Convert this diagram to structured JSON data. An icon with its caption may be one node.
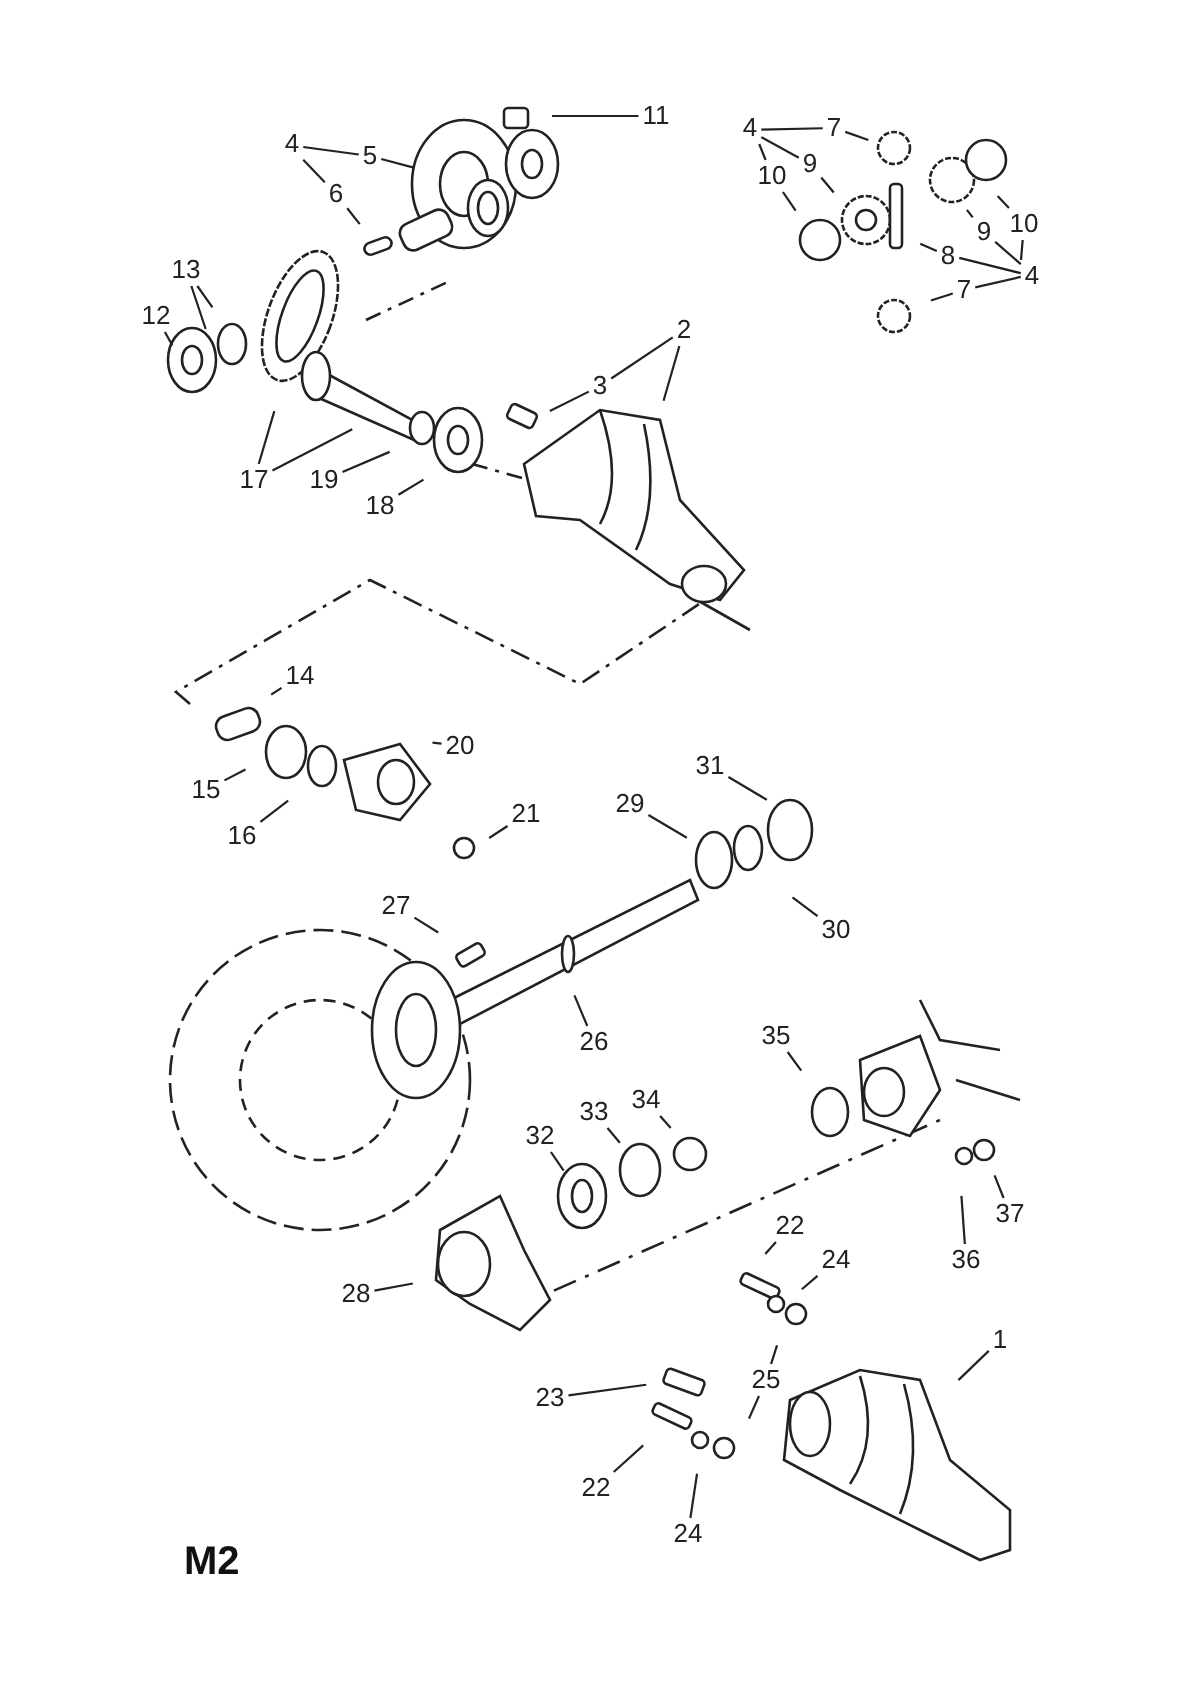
{
  "diagram": {
    "nodes": [
      {
        "text": [
          "11"
        ]
      },
      {
        "text": [
          "4"
        ]
      },
      {
        "text": [
          "5"
        ]
      },
      {
        "text": [
          "6"
        ]
      },
      {
        "text": [
          "4"
        ]
      },
      {
        "text": [
          "7"
        ]
      },
      {
        "text": [
          "10"
        ]
      },
      {
        "text": [
          "9"
        ]
      },
      {
        "text": [
          "13"
        ]
      },
      {
        "text": [
          "12"
        ]
      },
      {
        "text": [
          "2"
        ]
      },
      {
        "text": [
          "3"
        ]
      },
      {
        "text": [
          "10"
        ]
      },
      {
        "text": [
          "9"
        ]
      },
      {
        "text": [
          "8"
        ]
      },
      {
        "text": [
          "4"
        ]
      },
      {
        "text": [
          "7"
        ]
      },
      {
        "text": [
          "17"
        ]
      },
      {
        "text": [
          "19"
        ]
      },
      {
        "text": [
          "18"
        ]
      },
      {
        "text": [
          "14"
        ]
      },
      {
        "text": [
          "20"
        ]
      },
      {
        "text": [
          "15"
        ]
      },
      {
        "text": [
          "16"
        ]
      },
      {
        "text": [
          "21"
        ]
      },
      {
        "text": [
          "31"
        ]
      },
      {
        "text": [
          "29"
        ]
      },
      {
        "text": [
          "30"
        ]
      },
      {
        "text": [
          "27"
        ]
      },
      {
        "text": [
          "26"
        ]
      },
      {
        "text": [
          "35"
        ]
      },
      {
        "text": [
          "34"
        ]
      },
      {
        "text": [
          "33"
        ]
      },
      {
        "text": [
          "32"
        ]
      },
      {
        "text": [
          "37"
        ]
      },
      {
        "text": [
          "22"
        ]
      },
      {
        "text": [
          "24"
        ]
      },
      {
        "text": [
          "36"
        ]
      },
      {
        "text": [
          "28"
        ]
      },
      {
        "text": [
          "1"
        ]
      },
      {
        "text": [
          "25"
        ]
      },
      {
        "text": [
          "23"
        ]
      },
      {
        "text": [
          "22"
        ]
      },
      {
        "text": [
          "24"
        ]
      }
    ],
    "edges": [
      {
        "from": 0,
        "to": null,
        "arrow": "none"
      },
      {
        "from": 1,
        "to": 2,
        "arrow": "none"
      },
      {
        "from": 1,
        "to": 3,
        "arrow": "none"
      },
      {
        "from": 2,
        "to": null,
        "arrow": "none"
      },
      {
        "from": 3,
        "to": null,
        "arrow": "none"
      },
      {
        "from": 4,
        "to": 5,
        "arrow": "none"
      },
      {
        "from": 4,
        "to": 7,
        "arrow": "none"
      },
      {
        "from": 4,
        "to": 6,
        "arrow": "none"
      },
      {
        "from": 5,
        "to": null,
        "arrow": "none"
      },
      {
        "from": 6,
        "to": null,
        "arrow": "none"
      },
      {
        "from": 7,
        "to": null,
        "arrow": "none"
      },
      {
        "from": 8,
        "to": null,
        "arrow": "none"
      },
      {
        "from": 8,
        "to": null,
        "arrow": "none"
      },
      {
        "from": 9,
        "to": null,
        "arrow": "none"
      },
      {
        "from": 10,
        "to": 11,
        "arrow": "none"
      },
      {
        "from": 10,
        "to": null,
        "arrow": "none"
      },
      {
        "from": 11,
        "to": null,
        "arrow": "none"
      },
      {
        "from": 12,
        "to": null,
        "arrow": "none"
      },
      {
        "from": 13,
        "to": null,
        "arrow": "none"
      },
      {
        "from": 14,
        "to": null,
        "arrow": "none"
      },
      {
        "from": 14,
        "to": 15,
        "arrow": "none"
      },
      {
        "from": 15,
        "to": 12,
        "arrow": "none"
      },
      {
        "from": 15,
        "to": 13,
        "arrow": "none"
      },
      {
        "from": 15,
        "to": 16,
        "arrow": "none"
      },
      {
        "from": 16,
        "to": null,
        "arrow": "none"
      },
      {
        "from": 17,
        "to": null,
        "arrow": "none"
      },
      {
        "from": 17,
        "to": null,
        "arrow": "none"
      },
      {
        "from": 18,
        "to": null,
        "arrow": "none"
      },
      {
        "from": 19,
        "to": null,
        "arrow": "none"
      },
      {
        "from": 20,
        "to": null,
        "arrow": "none"
      },
      {
        "from": 21,
        "to": null,
        "arrow": "none"
      },
      {
        "from": 22,
        "to": null,
        "arrow": "none"
      },
      {
        "from": 23,
        "to": null,
        "arrow": "none"
      },
      {
        "from": 24,
        "to": null,
        "arrow": "none"
      },
      {
        "from": 25,
        "to": null,
        "arrow": "none"
      },
      {
        "from": 26,
        "to": null,
        "arrow": "none"
      },
      {
        "from": 27,
        "to": null,
        "arrow": "none"
      },
      {
        "from": 28,
        "to": null,
        "arrow": "none"
      },
      {
        "from": 29,
        "to": null,
        "arrow": "none"
      },
      {
        "from": 30,
        "to": null,
        "arrow": "none"
      },
      {
        "from": 31,
        "to": null,
        "arrow": "none"
      },
      {
        "from": 32,
        "to": null,
        "arrow": "none"
      },
      {
        "from": 33,
        "to": null,
        "arrow": "none"
      },
      {
        "from": 34,
        "to": null,
        "arrow": "none"
      },
      {
        "from": 35,
        "to": null,
        "arrow": "none"
      },
      {
        "from": 36,
        "to": null,
        "arrow": "none"
      },
      {
        "from": 37,
        "to": null,
        "arrow": "none"
      },
      {
        "from": 38,
        "to": null,
        "arrow": "none"
      },
      {
        "from": 39,
        "to": null,
        "arrow": "none"
      },
      {
        "from": 40,
        "to": null,
        "arrow": "none"
      },
      {
        "from": 40,
        "to": null,
        "arrow": "none"
      },
      {
        "from": 41,
        "to": null,
        "arrow": "none"
      },
      {
        "from": 42,
        "to": null,
        "arrow": "none"
      },
      {
        "from": 43,
        "to": null,
        "arrow": "none"
      }
    ],
    "labels": [
      "M2"
    ]
  }
}
